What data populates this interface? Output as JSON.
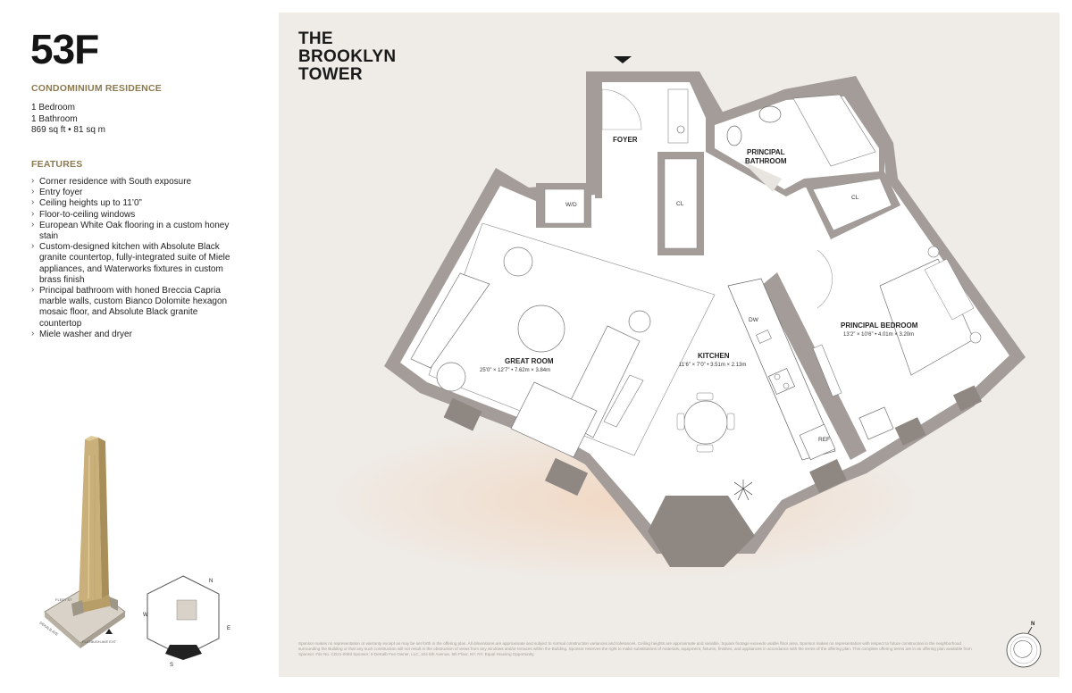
{
  "header": {
    "unit": "53F",
    "residence_type": "CONDOMINIUM RESIDENCE",
    "bedrooms": "1 Bedroom",
    "bathrooms": "1 Bathroom",
    "area": "869 sq ft • 81 sq m"
  },
  "features": {
    "title": "FEATURES",
    "items": [
      "Corner residence with South exposure",
      "Entry foyer",
      "Ceiling heights up to 11’0”",
      "Floor-to-ceiling windows",
      "European White Oak flooring in a custom honey stain",
      "Custom-designed kitchen with Absolute Black granite countertop, fully-integrated suite of Miele appliances, and Waterworks fixtures in custom brass finish",
      "Principal bathroom with honed Breccia Capria marble walls, custom Bianco Dolomite hexagon mosaic floor, and Absolute Black granite countertop",
      "Miele washer and dryer"
    ]
  },
  "brand": {
    "line1": "THE",
    "line2": "BROOKLYN",
    "line3": "TOWER"
  },
  "rooms": {
    "foyer": "FOYER",
    "wd": "W/D",
    "cl1": "CL",
    "cl2": "CL",
    "bath_line1": "PRINCIPAL",
    "bath_line2": "BATHROOM",
    "great_room": "GREAT ROOM",
    "great_room_dim": "25’0” × 12’7” • 7.62m × 3.84m",
    "kitchen": "KITCHEN",
    "kitchen_dim": "11’6” × 7’0” • 3.51m × 2.13m",
    "dw": "DW",
    "ref": "REF",
    "bedroom": "PRINCIPAL BEDROOM",
    "bedroom_dim": "13’2” × 10’6” • 4.01m × 3.20m"
  },
  "key_plan": {
    "n": "N",
    "s": "S",
    "e": "E",
    "w": "W",
    "street1": "FLEET ST",
    "street2": "FLATBUSH AVE EXT",
    "street3": "DEKALB AVE",
    "seal_n": "N"
  },
  "disclaimer": "Sponsor makes no representation or warranty except as may be set forth in the offering plan. All dimensions are approximate and subject to normal construction variances and tolerances. Ceiling heights are approximate and variable. Square footage exceeds usable floor area. Sponsor makes no representation with respect to future construction in the neighborhood surrounding the Building or that any such construction will not result in the obstruction of views from any windows and/or terraces within the Building. Sponsor reserves the right to make substitutions of materials, equipment, fixtures, finishes, and appliances in accordance with the terms of the offering plan. This complete offering terms are in an offering plan available from Sponsor. File No. CD21-0093 Sponsor: 9 DeKalb Fee Owner, LLC, 104 5th Avenue, 5th Floor, NY, NY. Equal Housing Opportunity.",
  "colors": {
    "accent_gold": "#8a7a50",
    "wall": "#a39c98",
    "plan_bg": "#efebe6"
  }
}
